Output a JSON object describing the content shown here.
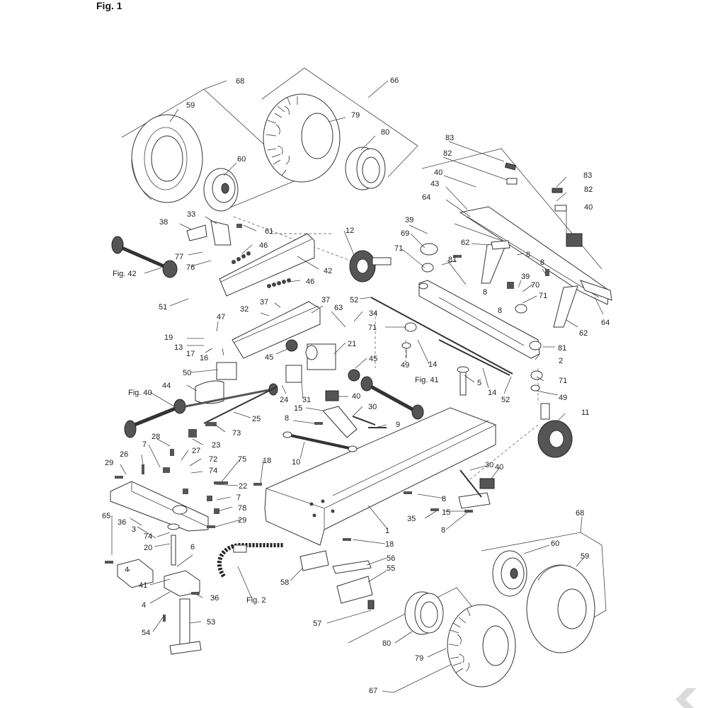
{
  "figure_title": "Fig. 1",
  "labels": {
    "l68a": "68",
    "l66": "66",
    "l59a": "59",
    "l79a": "79",
    "l60a": "60",
    "l80a": "80",
    "l83a": "83",
    "l82a": "82",
    "l40a": "40",
    "l83b": "83",
    "l82b": "82",
    "l40b": "40",
    "l43": "43",
    "l64a": "64",
    "l33": "33",
    "l38": "38",
    "l61": "61",
    "l12": "12",
    "l39a": "39",
    "l69": "69",
    "l62a": "62",
    "l71a": "71",
    "l8a": "8",
    "l8b": "8",
    "l81a": "81",
    "l8c": "8",
    "l39b": "39",
    "l70": "70",
    "l71b": "71",
    "l64b": "64",
    "l8d": "8",
    "l62b": "62",
    "l77": "77",
    "l46a": "46",
    "l76": "76",
    "l42": "42",
    "l46b": "46",
    "fig42": "Fig. 42",
    "l51": "51",
    "l52a": "52",
    "l37a": "37",
    "l37b": "37",
    "l63": "63",
    "l34": "34",
    "l32": "32",
    "l47": "47",
    "l71c": "71",
    "l81b": "81",
    "l2": "2",
    "l19": "19",
    "l13": "13",
    "l17": "17",
    "l16": "16",
    "l45a": "45",
    "l21": "21",
    "l45b": "45",
    "l49a": "49",
    "l14a": "14",
    "l50": "50",
    "l44": "44",
    "fig41": "Fig. 41",
    "l5": "5",
    "l14b": "14",
    "l71d": "71",
    "fig40": "Fig. 40",
    "l24": "24",
    "l31": "31",
    "l40c": "40",
    "l52b": "52",
    "l49b": "49",
    "l30a": "30",
    "l15a": "15",
    "l25": "25",
    "l11": "11",
    "l8e": "8",
    "l9": "9",
    "l28": "28",
    "l73": "73",
    "l23": "23",
    "l7a": "7",
    "l27": "27",
    "l26": "26",
    "l72": "72",
    "l10": "10",
    "l29a": "29",
    "l74a": "74",
    "l75": "75",
    "l18a": "18",
    "l30b": "30",
    "l40d": "40",
    "l22": "22",
    "l7b": "7",
    "l78": "78",
    "l8f": "8",
    "l65": "65",
    "l3": "3",
    "l29b": "29",
    "l15b": "15",
    "l36a": "36",
    "l35": "35",
    "l8g": "8",
    "l74b": "74",
    "l1": "1",
    "l68b": "68",
    "l20": "20",
    "l18b": "18",
    "l60b": "60",
    "l59b": "59",
    "l6": "6",
    "l4a": "4",
    "l56": "56",
    "l55": "55",
    "l41": "41",
    "l58": "58",
    "l4b": "4",
    "l36b": "36",
    "fig2": "Fig. 2",
    "l57": "57",
    "l53": "53",
    "l54": "54",
    "l80b": "80",
    "l79b": "79",
    "l67": "67"
  }
}
